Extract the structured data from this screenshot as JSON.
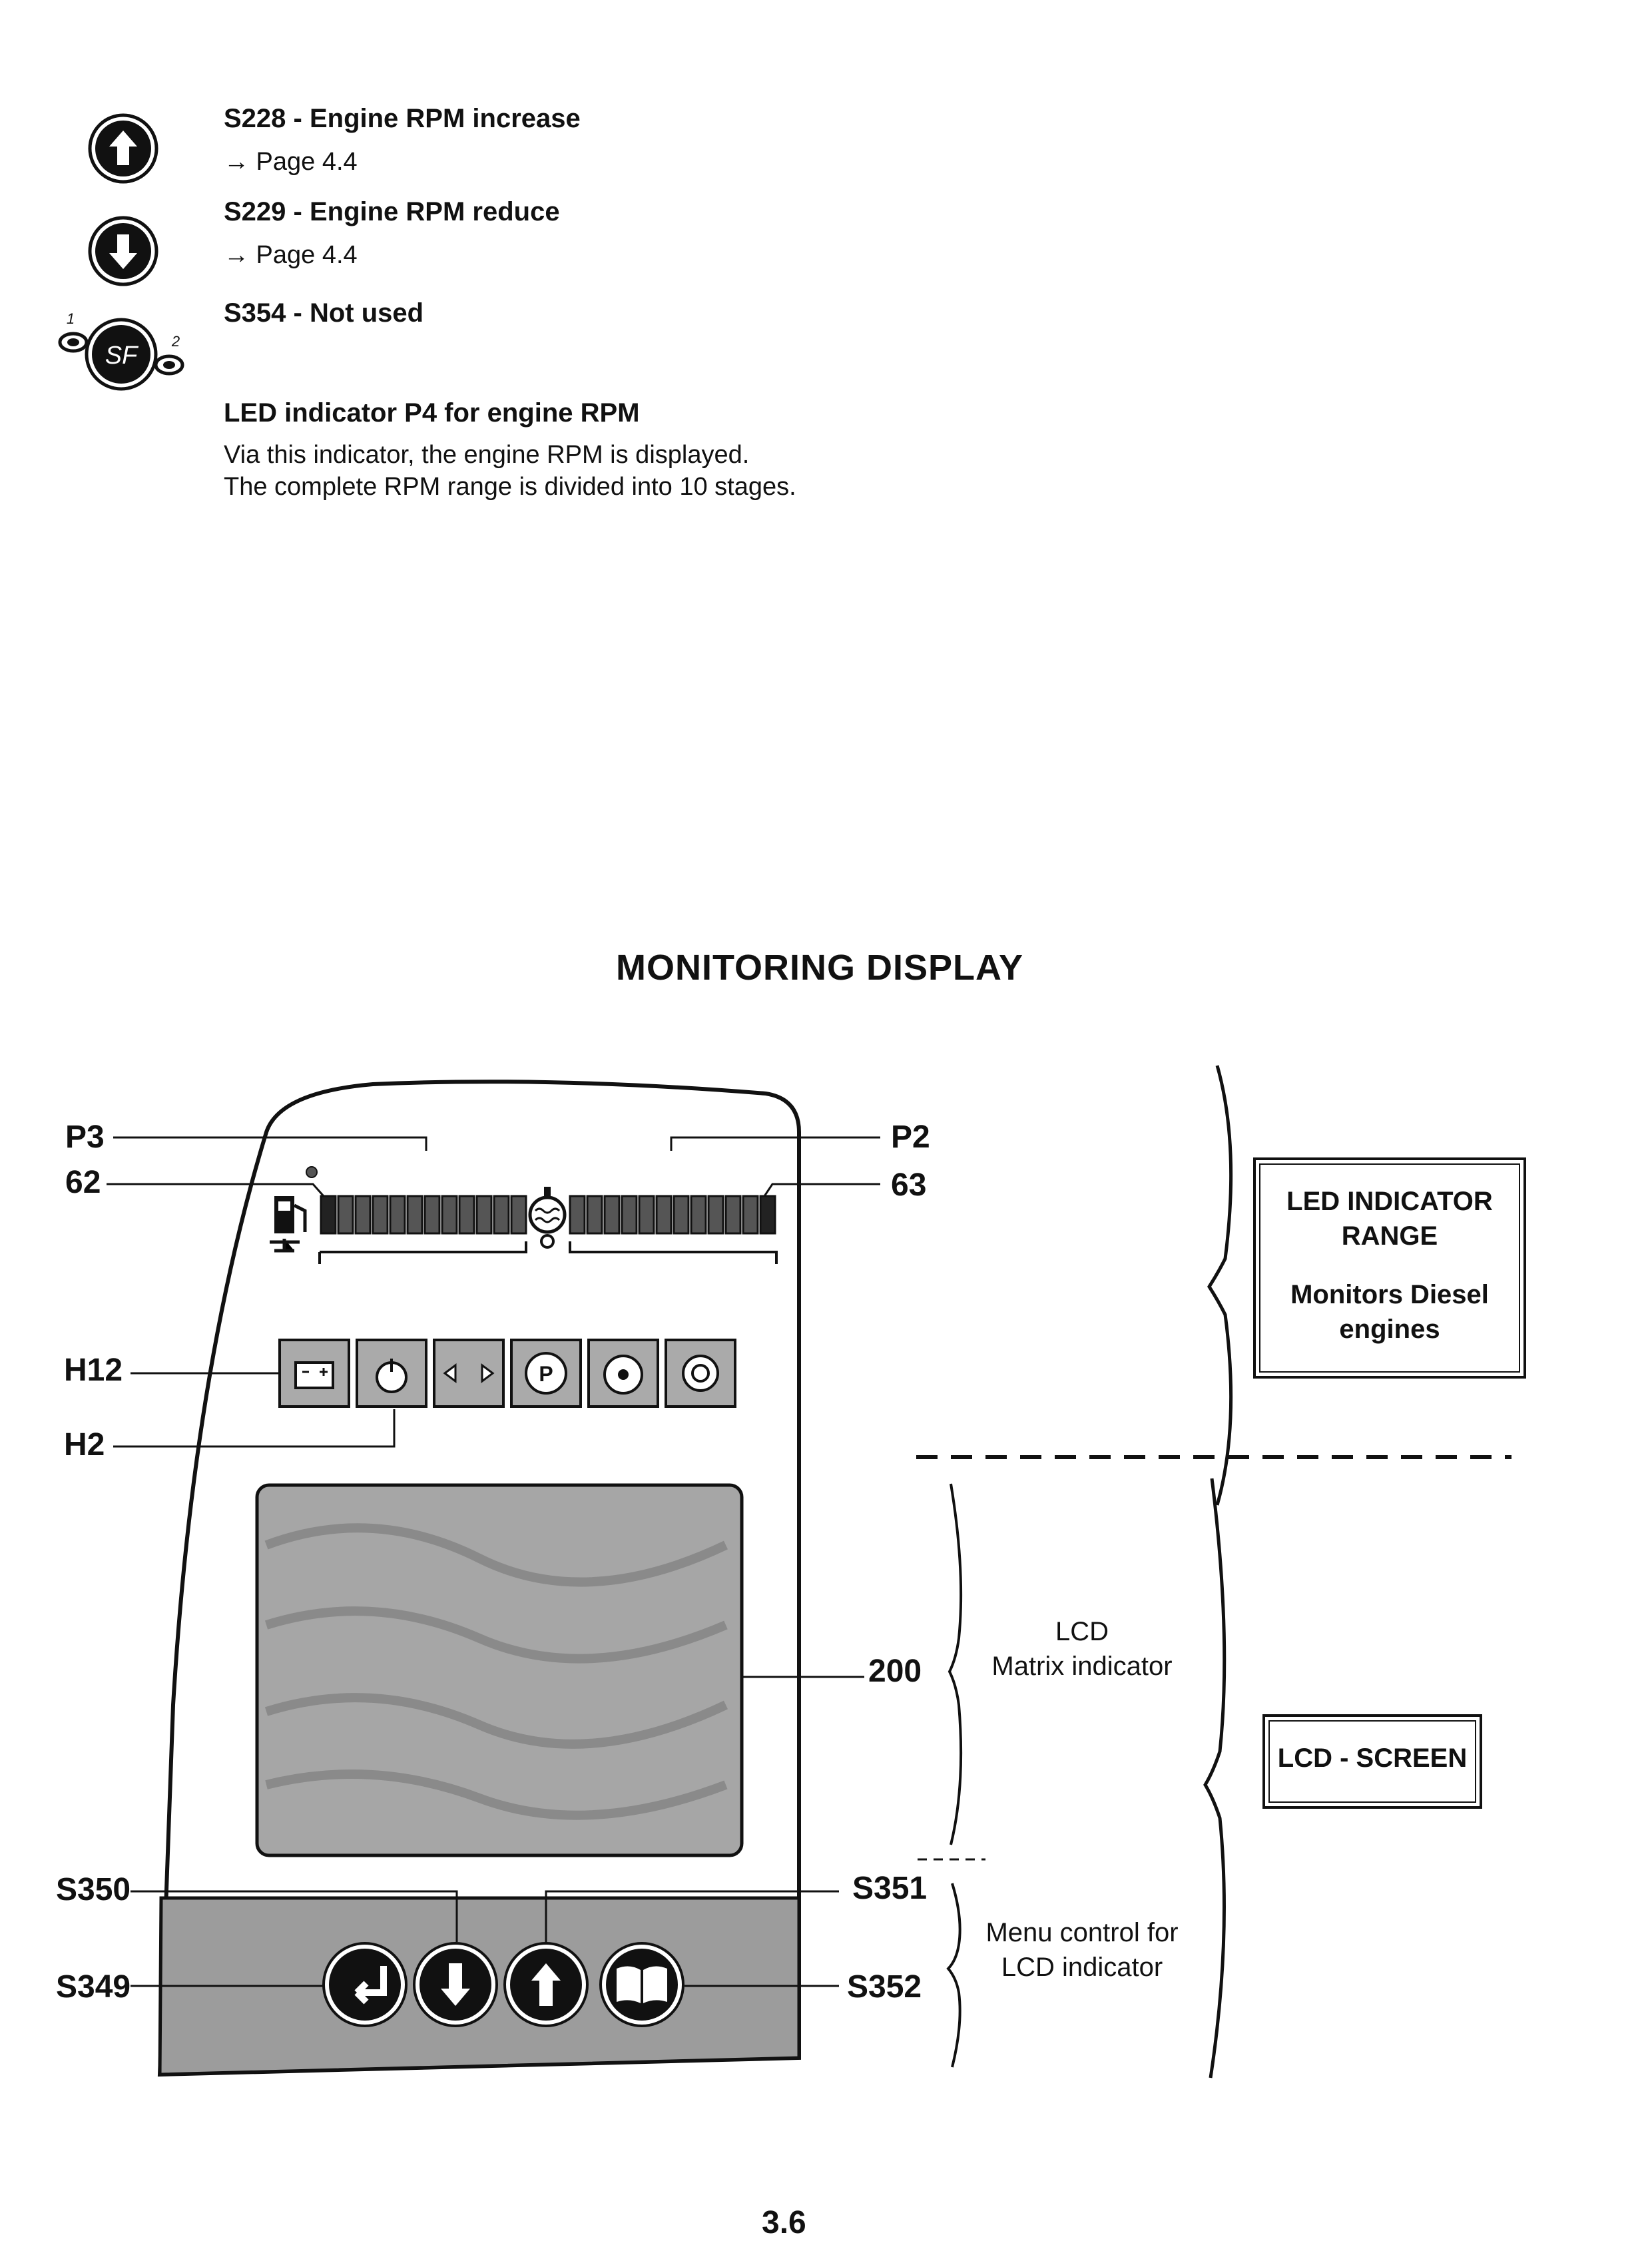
{
  "top_items": [
    {
      "title": "S228 - Engine RPM increase",
      "ref": "→ Page 4.4",
      "icon": "arrow-up-button-icon"
    },
    {
      "title": "S229 - Engine RPM reduce",
      "ref": "→ Page 4.4",
      "icon": "arrow-down-button-icon"
    },
    {
      "title": "S354 - Not used",
      "icon": "sf-switch-icon",
      "icon_text": "SF",
      "icon_pos1": "1",
      "icon_pos2": "2"
    }
  ],
  "led_section": {
    "title": "LED indicator P4 for engine RPM",
    "lines": [
      "Via this indicator, the engine RPM is displayed.",
      "The complete RPM range is divided into 10 stages."
    ]
  },
  "heading": "MONITORING DISPLAY",
  "labels": {
    "p3": "P3",
    "p2": "P2",
    "n62": "62",
    "n63": "63",
    "h12": "H12",
    "h2": "H2",
    "n200": "200",
    "s350": "S350",
    "s351": "S351",
    "s349": "S349",
    "s352": "S352"
  },
  "right_annotations": {
    "lcd_matrix": [
      "LCD",
      "Matrix indicator"
    ],
    "menu_control": [
      "Menu control for",
      "LCD indicator"
    ]
  },
  "boxes": {
    "led_range": {
      "line1": "LED INDICATOR",
      "line2": "RANGE",
      "line3": "Monitors Diesel",
      "line4": "engines"
    },
    "lcd_screen": "LCD - SCREEN"
  },
  "page_number": "3.6",
  "colors": {
    "ink": "#111111",
    "panel_gray": "#a0a0a0"
  }
}
